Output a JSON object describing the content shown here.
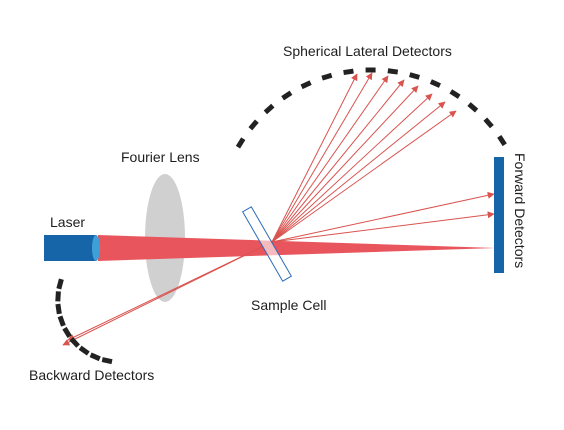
{
  "labels": {
    "spherical": "Spherical Lateral Detectors",
    "fourier": "Fourier Lens",
    "laser": "Laser",
    "forward": "Forward Detectors",
    "sample": "Sample Cell",
    "backward": "Backward Detectors"
  },
  "icons": {
    "laser": "laser-emitter-icon",
    "lens": "fourier-lens-icon",
    "cell": "sample-cell-icon",
    "forward": "forward-detector-bar-icon",
    "lateral": "spherical-detector-arc-icon",
    "backward": "backward-detector-arc-icon"
  },
  "colors": {
    "laser_body": "#1565a8",
    "laser_cap": "#3fa0d8",
    "beam": "#e8555c",
    "ray": "#d9534f",
    "lens": "#d0d0d0",
    "cell": "#2b6cb8",
    "detector": "#222222",
    "forward_detector": "#1565a8"
  }
}
